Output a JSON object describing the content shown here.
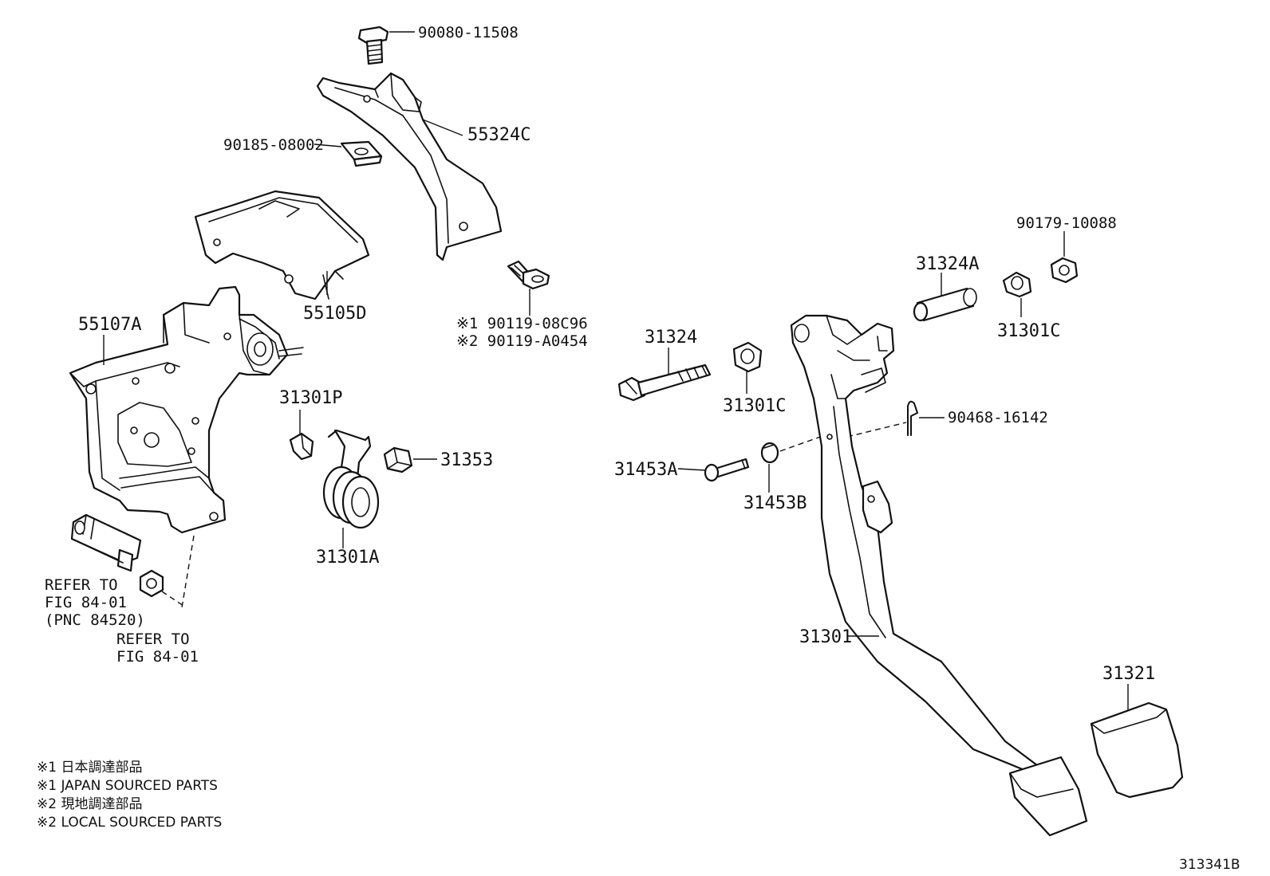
{
  "labels": {
    "p90080": "90080-11508",
    "p55324C": "55324C",
    "p90185": "90185-08002",
    "p55105D": "55105D",
    "p55107A": "55107A",
    "pMark1": "※1 90119-08C96",
    "pMark2": "※2 90119-A0454",
    "p31301P": "31301P",
    "p31353": "31353",
    "p31301A": "31301A",
    "refer1_l1": "REFER TO",
    "refer1_l2": "FIG 84-01",
    "refer1_l3": "(PNC 84520)",
    "refer2_l1": "REFER TO",
    "refer2_l2": "FIG 84-01",
    "p90179": "90179-10088",
    "p31324A": "31324A",
    "p31301C_right": "31301C",
    "p31324": "31324",
    "p31301C_mid": "31301C",
    "p90468": "90468-16142",
    "p31453A": "31453A",
    "p31453B": "31453B",
    "p31301": "31301",
    "p31321": "31321"
  },
  "notes": [
    "※1 日本調達部品",
    "※1 JAPAN SOURCED PARTS",
    "※2 現地調達部品",
    "※2 LOCAL SOURCED PARTS"
  ],
  "figure_id": "313341B"
}
